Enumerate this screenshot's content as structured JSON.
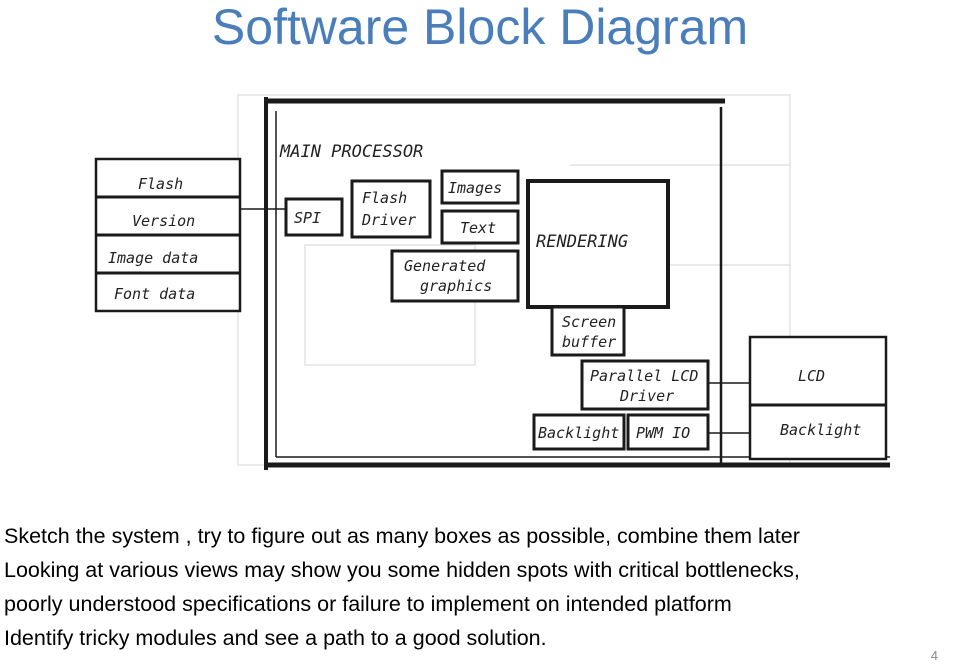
{
  "title": "Software Block Diagram",
  "diagram": {
    "main_processor": "MAIN PROCESSOR",
    "memory_blocks": [
      "Flash",
      "Version",
      "Image data",
      "Font data"
    ],
    "spi": "SPI",
    "flash_driver_1": "Flash",
    "flash_driver_2": "Driver",
    "images": "Images",
    "text": "Text",
    "rendering": "RENDERING",
    "generated_graphics_1": "Generated",
    "generated_graphics_2": "graphics",
    "screen_buffer_1": "Screen",
    "screen_buffer_2": "buffer",
    "parallel_lcd_driver_1": "Parallel LCD",
    "parallel_lcd_driver_2": "Driver",
    "backlight_inner": "Backlight",
    "pwm_io": "PWM IO",
    "lcd": "LCD",
    "backlight_outer": "Backlight"
  },
  "bullets": [
    "Sketch the system , try to figure out as many boxes  as possible, combine them later",
    "Looking at various views may show you some hidden spots with critical bottlenecks,",
    "poorly understood specifications or failure to implement  on intended platform",
    "Identify tricky modules and see a path to a good solution."
  ],
  "slide_number": "4"
}
